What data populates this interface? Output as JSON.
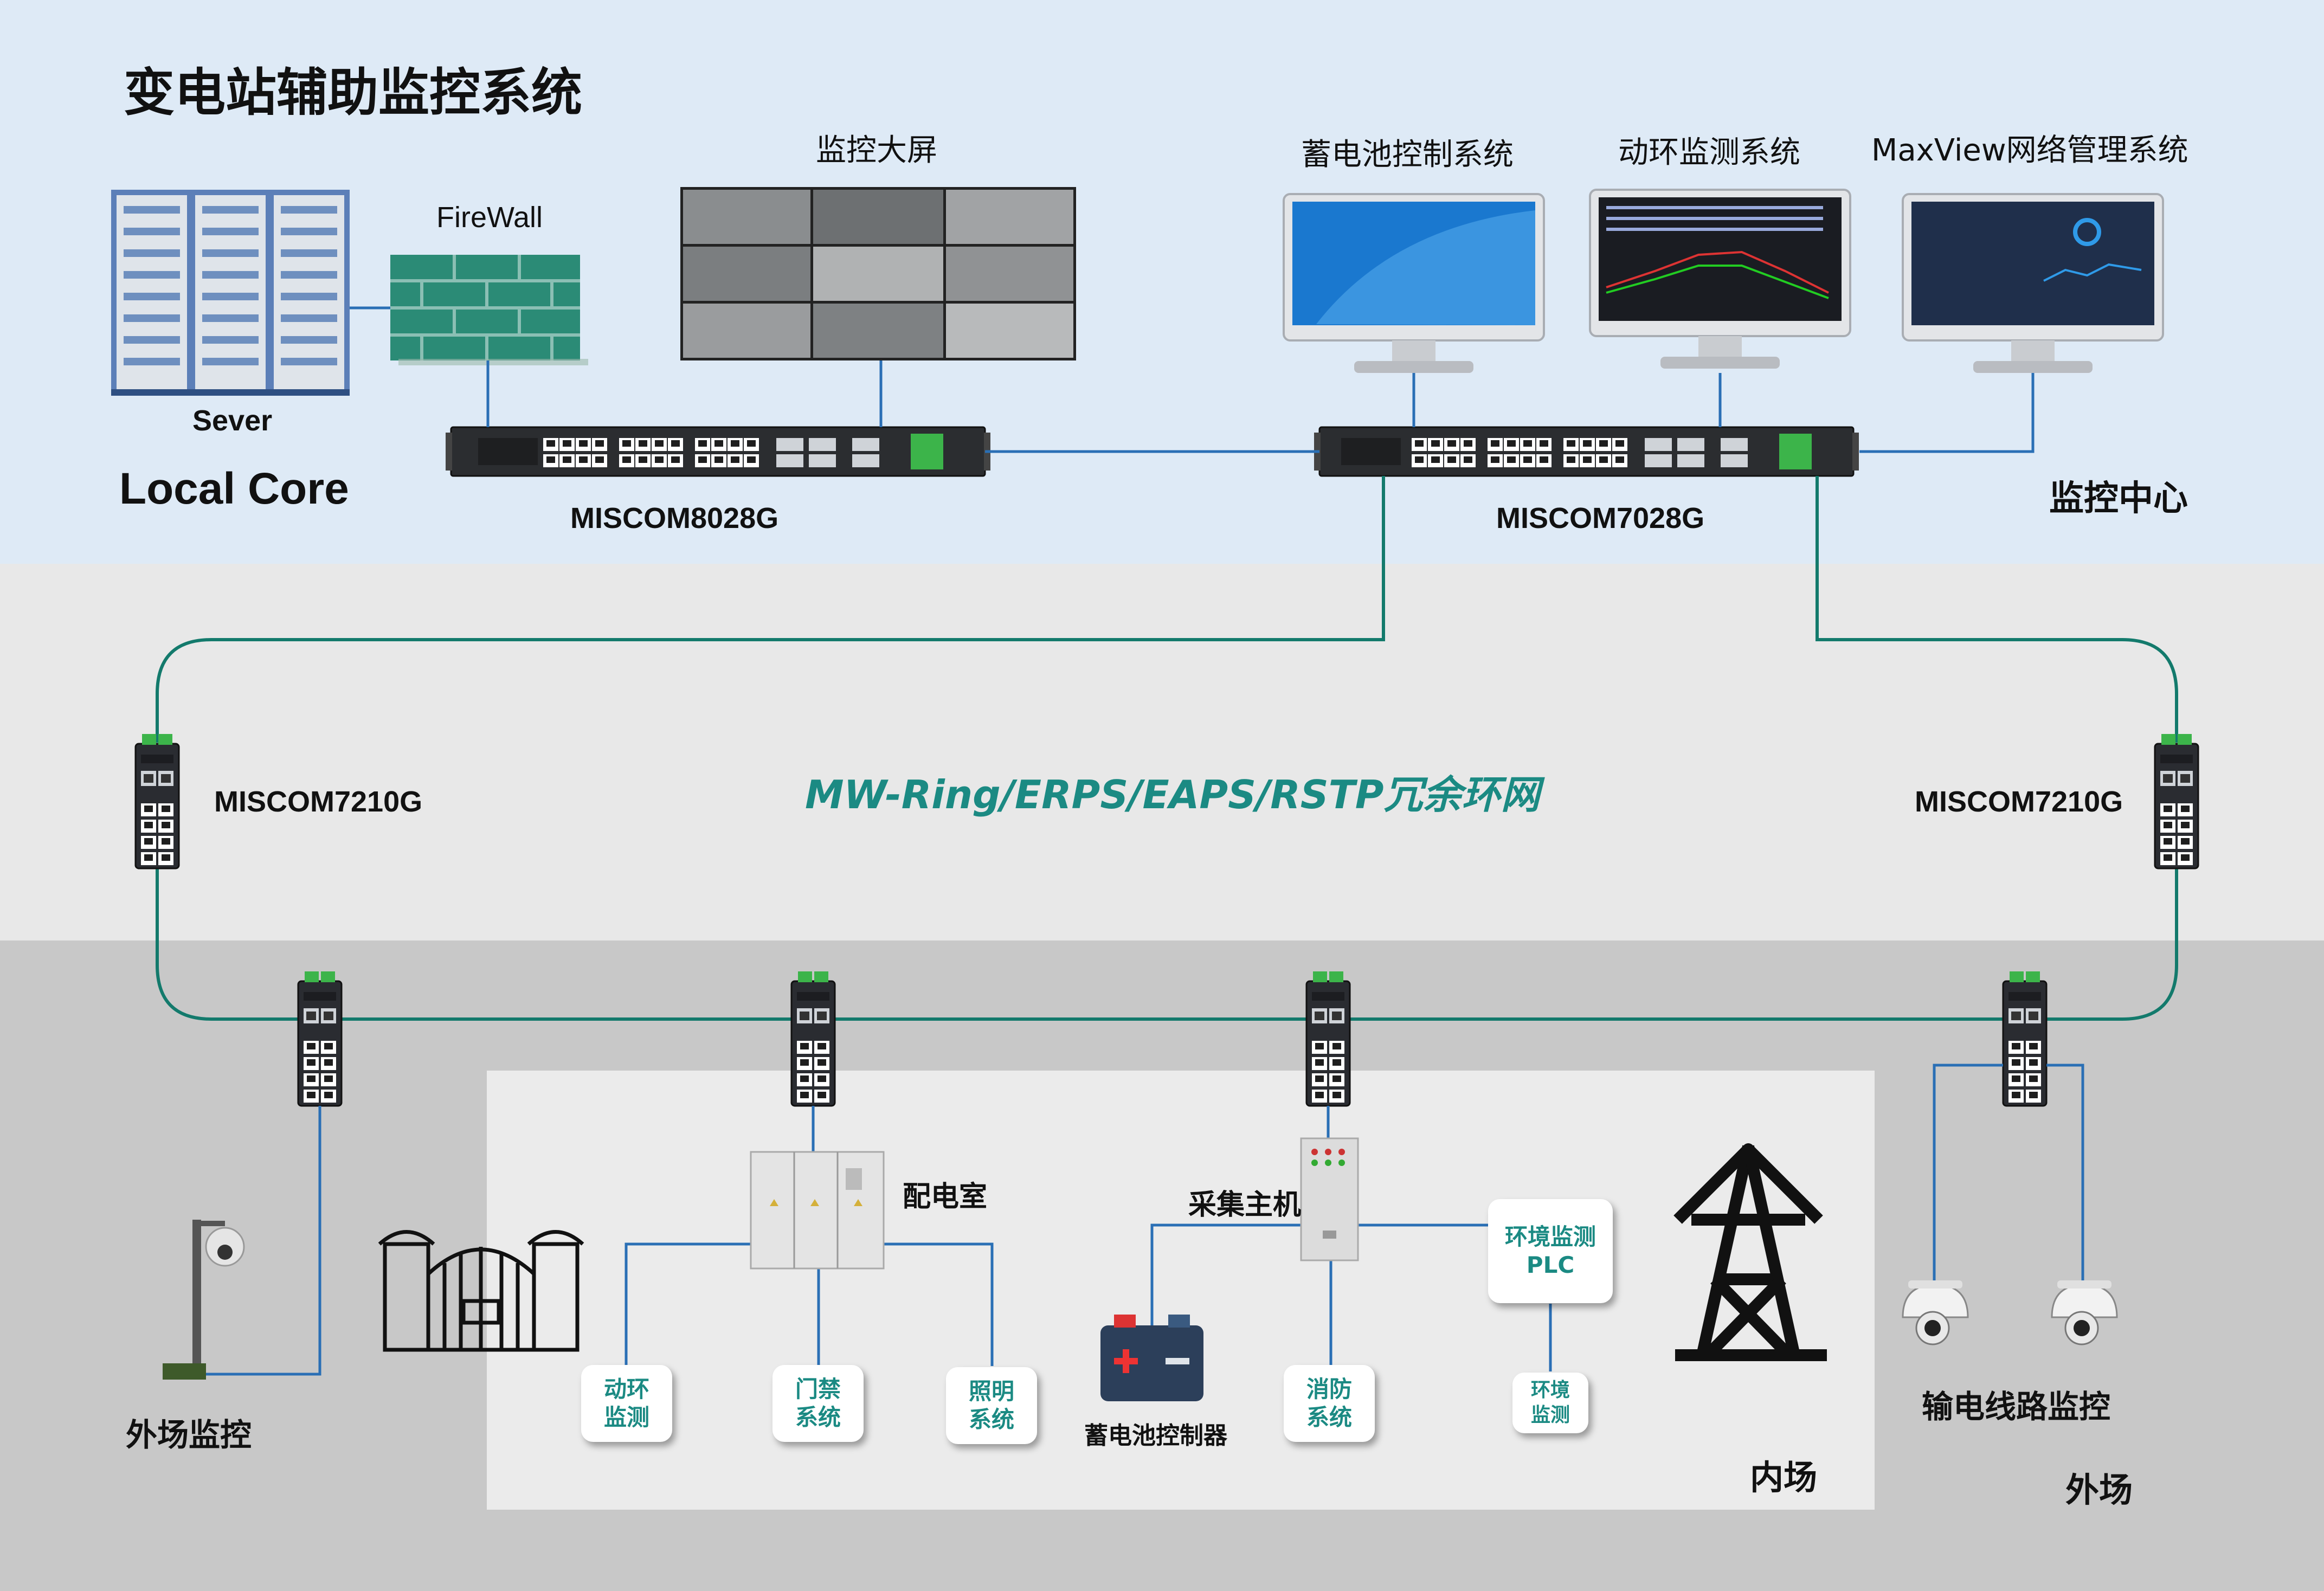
{
  "title": "变电站辅助监控系统",
  "top": {
    "server_label": "Sever",
    "local_core_label": "Local Core",
    "firewall_label": "FireWall",
    "video_wall_label": "监控大屏",
    "battery_system_label": "蓄电池控制系统",
    "env_monitor_label": "动环监测系统",
    "maxview_label": "MaxView网络管理系统",
    "core_switch_left": "MISCOM8028G",
    "core_switch_right": "MISCOM7028G",
    "monitor_center_label": "监控中心"
  },
  "ring": {
    "label": "MW-Ring/ERPS/EAPS/RSTP冗余环网",
    "switch_left": "MISCOM7210G",
    "switch_right": "MISCOM7210G"
  },
  "field": {
    "outdoor_monitor_label": "外场监控",
    "distribution_room_label": "配电室",
    "collector_label": "采集主机",
    "battery_controller_label": "蓄电池控制器",
    "inner_field_label": "内场",
    "outer_field_label": "外场",
    "transmission_monitor_label": "输电线路监控",
    "tags": {
      "env_power": "动环\n监测",
      "access_control": "门禁\n系统",
      "lighting": "照明\n系统",
      "fire": "消防\n系统",
      "env_plc": "环境监测\nPLC",
      "env_monitor": "环境\n监测"
    }
  },
  "colors": {
    "top_band": "#deeaf6",
    "mid_band": "#e8e8e8",
    "bottom_band": "#c8c8c8",
    "inner_area": "#ebebeb",
    "ring_line": "#137a6c",
    "link_line": "#2a6fb5",
    "accent_text": "#1b8a83"
  },
  "icons": [
    "server-rack-icon",
    "firewall-icon",
    "video-wall-icon",
    "monitor-icon",
    "switch-icon",
    "industrial-switch-icon",
    "ptz-camera-icon",
    "gate-icon",
    "cabinet-icon",
    "battery-icon",
    "transmission-tower-icon",
    "dome-camera-icon"
  ]
}
